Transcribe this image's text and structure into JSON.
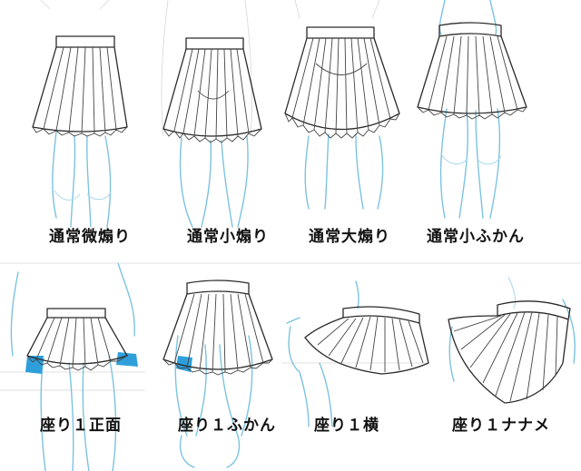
{
  "panels": [
    {
      "id": "p1",
      "label": "通常微煽り"
    },
    {
      "id": "p2",
      "label": "通常小煽り"
    },
    {
      "id": "p3",
      "label": "通常大煽り"
    },
    {
      "id": "p4",
      "label": "通常小ふかん"
    },
    {
      "id": "p5",
      "label": "座り１正面"
    },
    {
      "id": "p6",
      "label": "座り１ふかん"
    },
    {
      "id": "p7",
      "label": "座り１横"
    },
    {
      "id": "p8",
      "label": "座り１ナナメ"
    }
  ],
  "colors": {
    "ink": "#2a2a2a",
    "leg_line": "#7cc3e0",
    "shadow": "#2f9fdc",
    "background": "#ffffff"
  }
}
